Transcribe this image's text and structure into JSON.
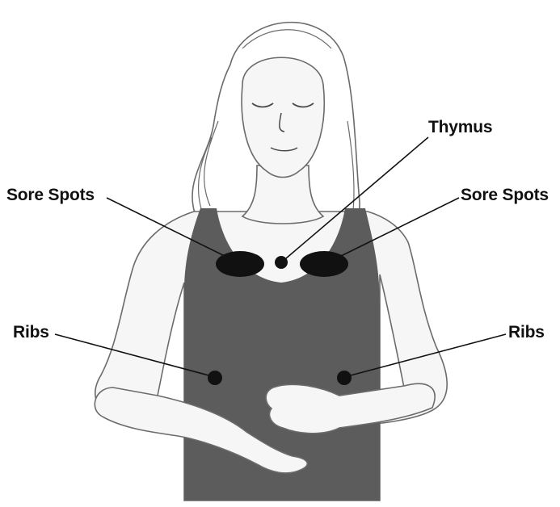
{
  "labels": {
    "thymus": "Thymus",
    "sore_spots_left": "Sore Spots",
    "sore_spots_right": "Sore Spots",
    "ribs_left": "Ribs",
    "ribs_right": "Ribs"
  },
  "colors": {
    "skin": "#f6f6f6",
    "outline": "#6b6b6b",
    "tank_top": "#5c5c5c",
    "marker": "#111111",
    "text": "#111111",
    "hair": "#ffffff"
  }
}
